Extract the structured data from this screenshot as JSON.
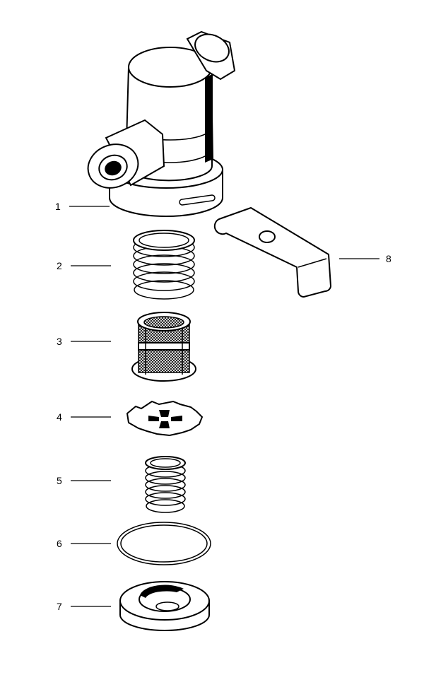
{
  "diagram": {
    "type": "exploded parts view",
    "callouts": [
      {
        "number": "1",
        "part": "housing"
      },
      {
        "number": "2",
        "part": "spring"
      },
      {
        "number": "3",
        "part": "filter"
      },
      {
        "number": "4",
        "part": "retainer-washer"
      },
      {
        "number": "5",
        "part": "small-spring"
      },
      {
        "number": "6",
        "part": "o-ring"
      },
      {
        "number": "7",
        "part": "cap"
      },
      {
        "number": "8",
        "part": "bracket"
      }
    ]
  }
}
